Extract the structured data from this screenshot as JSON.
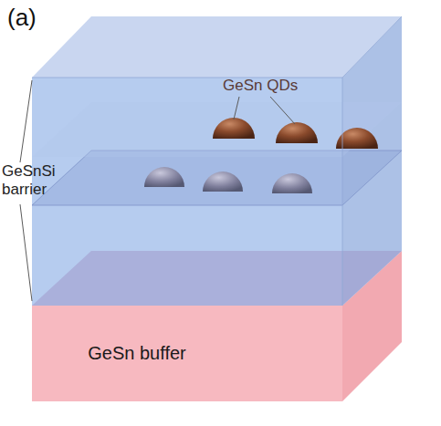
{
  "diagram": {
    "nodes": [
      {
        "text": [
          "GeSn buffer"
        ]
      }
    ],
    "labels": [
      "(a)",
      "GeSn QDs",
      "GeSnSi barrier"
    ]
  }
}
